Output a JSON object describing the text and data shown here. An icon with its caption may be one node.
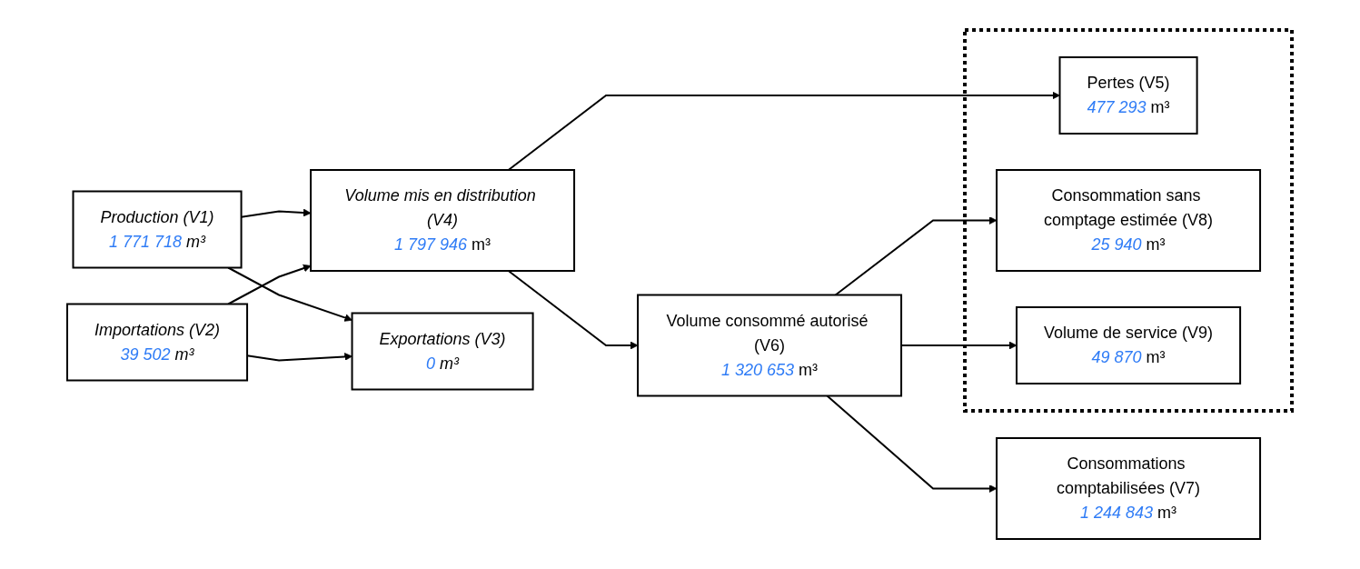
{
  "diagram": {
    "nodes": [
      {
        "text": [
          "Production (V1)",
          "1 771 718 m³"
        ]
      },
      {
        "text": [
          "Volume mis en distribution (V4)",
          "1 797 946 m³"
        ]
      },
      {
        "text": [
          "Volume consommé autorisé (V6)",
          "1 320 653 m³"
        ]
      },
      {
        "text": [
          "Consommations comptabilisées (V7)",
          "1 244 843 m³"
        ]
      },
      {
        "text": [
          "Importations (V2)",
          "39 502 m³"
        ]
      },
      {
        "text": [
          "Exportations (V3)",
          "0 m³"
        ]
      },
      {
        "text": [],
        "shape": "box"
      },
      {
        "text": [
          "Pertes (V5)",
          "477 293 m³"
        ],
        "in": 6
      },
      {
        "text": [
          "Consommation sans comptage estimée (V8)",
          "25 940 m³"
        ],
        "in": 6
      },
      {
        "text": [
          "Volume de service (V9)",
          "49 870 m³"
        ],
        "in": 6
      }
    ],
    "edges": [
      {
        "from": 0,
        "to": 1,
        "arrow": "to"
      },
      {
        "from": 0,
        "to": 5,
        "arrow": "to"
      },
      {
        "from": 4,
        "to": 1,
        "arrow": "to"
      },
      {
        "from": 4,
        "to": 5,
        "arrow": "to"
      },
      {
        "from": 1,
        "to": 2,
        "arrow": "to"
      },
      {
        "from": 1,
        "to": 7,
        "arrow": "to"
      },
      {
        "from": 2,
        "to": 3,
        "arrow": "to"
      },
      {
        "from": 2,
        "to": 8,
        "arrow": "to"
      },
      {
        "from": 2,
        "to": 9,
        "arrow": "to"
      }
    ]
  }
}
